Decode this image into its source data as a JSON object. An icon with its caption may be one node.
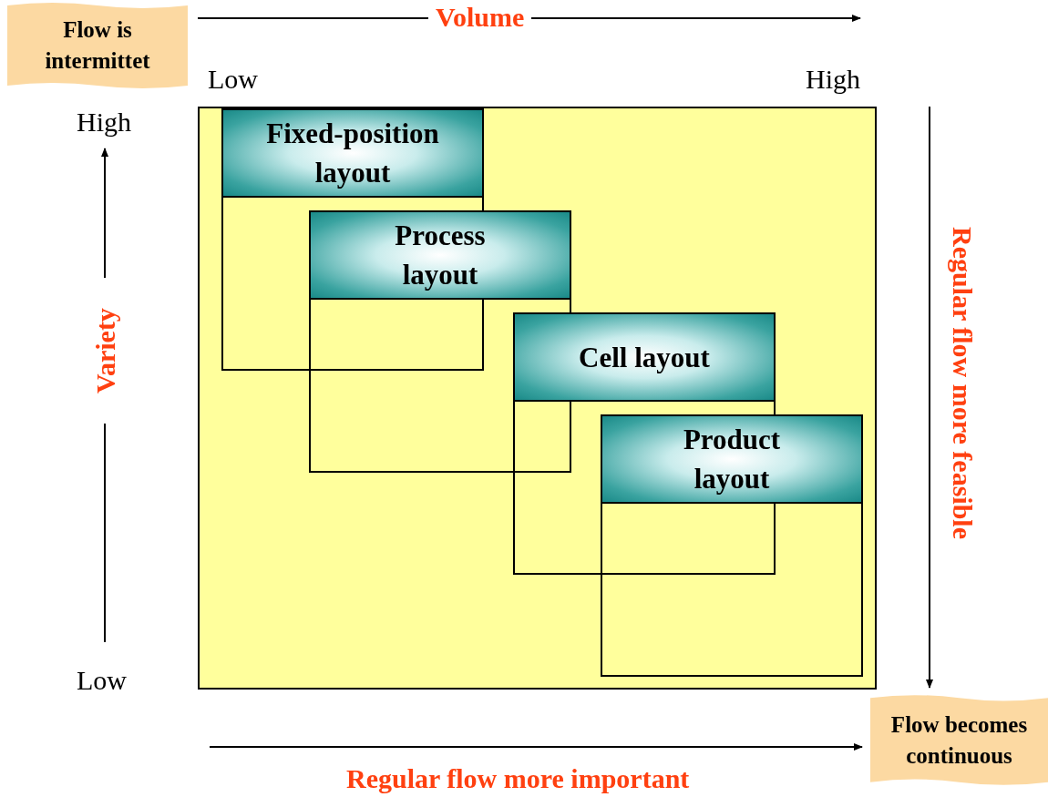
{
  "diagram": {
    "nodes": [
      {
        "text": [],
        "shape": "box"
      },
      {
        "text": [
          "Fixed-position layout"
        ],
        "in": 0
      },
      {
        "text": [
          "Process layout"
        ],
        "in": 0
      },
      {
        "text": [
          "Cell layout"
        ],
        "in": 0
      },
      {
        "text": [
          "Product layout"
        ],
        "in": 0
      },
      {
        "text": [
          "Flow is intermittet"
        ]
      },
      {
        "text": [
          "Flow becomes continuous"
        ]
      }
    ],
    "labels": [
      "Volume",
      "Low",
      "High",
      "High",
      "Variety",
      "Regular flow more feasible",
      "Low",
      "Regular flow more important"
    ]
  }
}
